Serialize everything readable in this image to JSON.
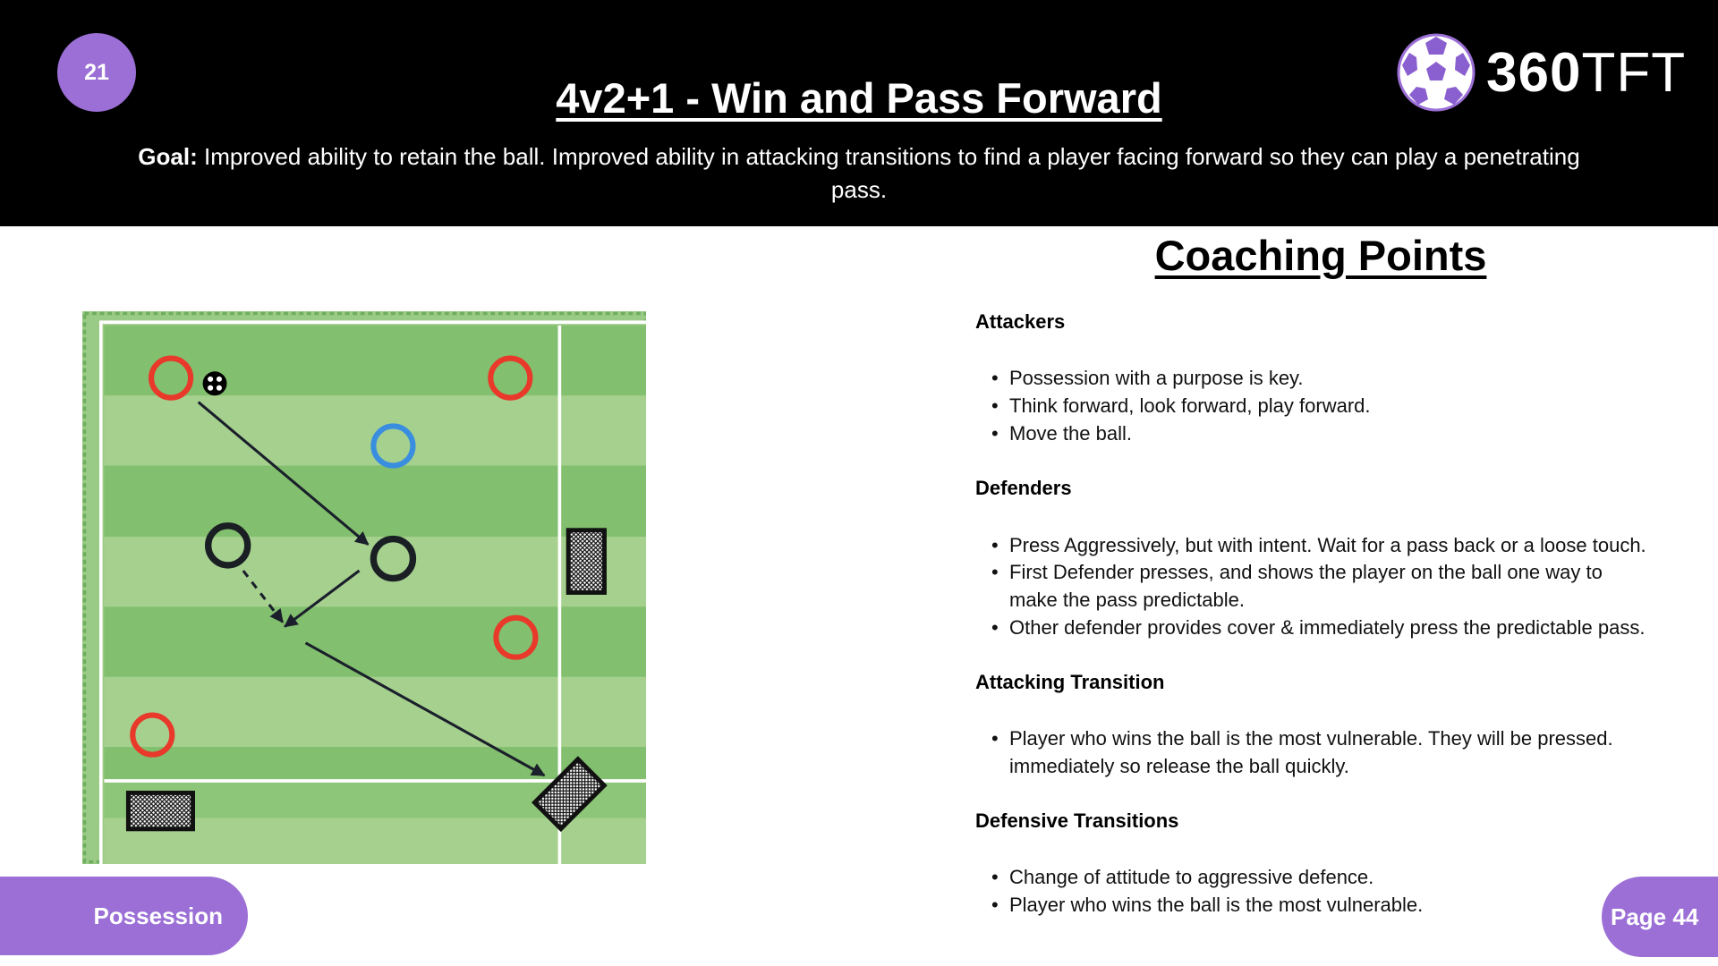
{
  "header": {
    "slide_number": "21",
    "title": "4v2+1 - Win and Pass Forward",
    "goal_label": "Goal:",
    "goal_text": "Improved ability to retain the ball. Improved ability in attacking transitions to find a player facing forward so they can play a penetrating pass.",
    "logo_text_bold": "360",
    "logo_text_light": "TFT"
  },
  "coaching": {
    "title": "Coaching Points",
    "sections": [
      {
        "heading": "Attackers",
        "bullets": [
          "Possession with a purpose is key.",
          "Think forward, look forward, play forward.",
          "Move the ball."
        ]
      },
      {
        "heading": "Defenders",
        "bullets": [
          "Press Aggressively, but with intent. Wait for a pass back or a loose touch.",
          "First Defender presses, and shows the player on the ball one way to make the pass predictable.",
          "Other defender provides cover & immediately press the predictable pass."
        ]
      },
      {
        "heading": "Attacking Transition",
        "bullets": [
          "Player who wins the ball is the most vulnerable. They will be pressed. immediately so release the ball quickly."
        ]
      },
      {
        "heading": "Defensive Transitions",
        "bullets": [
          "Change of attitude to aggressive defence.",
          "Player who wins the ball is the most vulnerable."
        ]
      }
    ]
  },
  "footer": {
    "category": "Possession",
    "page": "Page 44"
  },
  "colors": {
    "accent": "#9b6fd6",
    "red_player": "#e8392b",
    "blue_player": "#3a8ee0",
    "pitch_dark": "#82bf6e",
    "pitch_light": "#a6d08e"
  }
}
